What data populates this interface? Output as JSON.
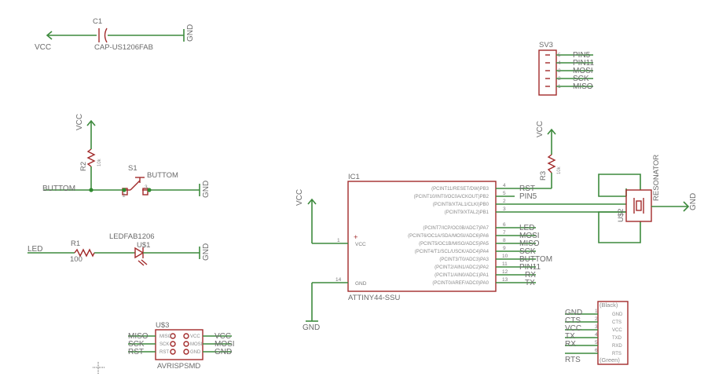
{
  "colors": {
    "wire": "#3d8a3d",
    "part": "#a22b2b",
    "text": "#6a6a6a",
    "background": "#ffffff"
  },
  "power": {
    "vcc": "VCC",
    "gnd": "GND"
  },
  "c1": {
    "name": "C1",
    "value": "CAP-US1206FAB"
  },
  "sv3": {
    "name": "SV3",
    "pins": [
      "PIN5",
      "PIN11",
      "MOSI",
      "SCK",
      "MISO"
    ],
    "numbers": [
      "5",
      "4",
      "3",
      "2",
      "1"
    ]
  },
  "r2": {
    "name": "R2",
    "value": "10k"
  },
  "s1": {
    "name": "S1",
    "label": "BUTTOM",
    "pin_left": "2",
    "pin_right": "3"
  },
  "buttom_net": "BUTTOM",
  "r3": {
    "name": "R3",
    "value": "10k"
  },
  "ic1": {
    "name": "IC1",
    "value": "ATTINY44-SSU",
    "vcc_pin": "VCC",
    "gnd_pin": "GND",
    "vcc_num": "1",
    "gnd_num": "14",
    "plus": "+",
    "right_pins": [
      {
        "num": "4",
        "name": "(PCINT11/RESET/DW)PB3",
        "net": "RST"
      },
      {
        "num": "5",
        "name": "(PCINT10/INT0/OC0A/CKOUT)PB2",
        "net": "PIN5"
      },
      {
        "num": "2",
        "name": "(PCINT8/XTAL1/CLKI)PB0",
        "net": ""
      },
      {
        "num": "3",
        "name": "(PCINT9/XTAL2)PB1",
        "net": ""
      },
      {
        "num": "6",
        "name": "(PCINT7/ICP/OC0B/ADC7)PA7",
        "net": "LED"
      },
      {
        "num": "7",
        "name": "(PCINT6/OC1A/SDA/MOSI/ADC6)PA6",
        "net": "MOSI"
      },
      {
        "num": "8",
        "name": "(PCINT5/OC1B/MISO/ADC5)PA5",
        "net": "MISO"
      },
      {
        "num": "9",
        "name": "(PCINT4/T1/SCL/USCK/ADC4)PA4",
        "net": "SCK"
      },
      {
        "num": "10",
        "name": "(PCINT3/T0/ADC3)PA3",
        "net": "BUTTOM"
      },
      {
        "num": "11",
        "name": "(PCINT2/AIN1/ADC2)PA2",
        "net": "PIN11"
      },
      {
        "num": "12",
        "name": "(PCINT1/AIN0/ADC1)PA1",
        "net": "RX"
      },
      {
        "num": "13",
        "name": "(PCINT0/AREF/ADC0)PA0",
        "net": "TX"
      }
    ]
  },
  "u2": {
    "name": "U$2",
    "value": "RESONATOR"
  },
  "r1": {
    "name": "R1",
    "value": "100"
  },
  "led1": {
    "name": "U$1",
    "value": "LEDFAB1206"
  },
  "led_net": "LED",
  "u3": {
    "name": "U$3",
    "value": "AVRISPSMD",
    "left_nets": [
      "MISO",
      "SCK",
      "RST"
    ],
    "right_nets": [
      "VCC",
      "MOSI",
      "GND"
    ],
    "left_pins": [
      "MISO",
      "SCK",
      "RST"
    ],
    "right_pins": [
      "VCC",
      "MOSI",
      "GND"
    ]
  },
  "ftdi": {
    "nets": [
      "GND",
      "CTS",
      "VCC",
      "TX",
      "RX",
      "RTS"
    ],
    "pins": [
      "GND",
      "CTS",
      "VCC",
      "TXD",
      "RXD",
      "RTS"
    ],
    "numbers": [
      "1",
      "2",
      "3",
      "4",
      "5",
      "6"
    ],
    "top_label": "(Black)",
    "bottom_label": "(Green)"
  }
}
